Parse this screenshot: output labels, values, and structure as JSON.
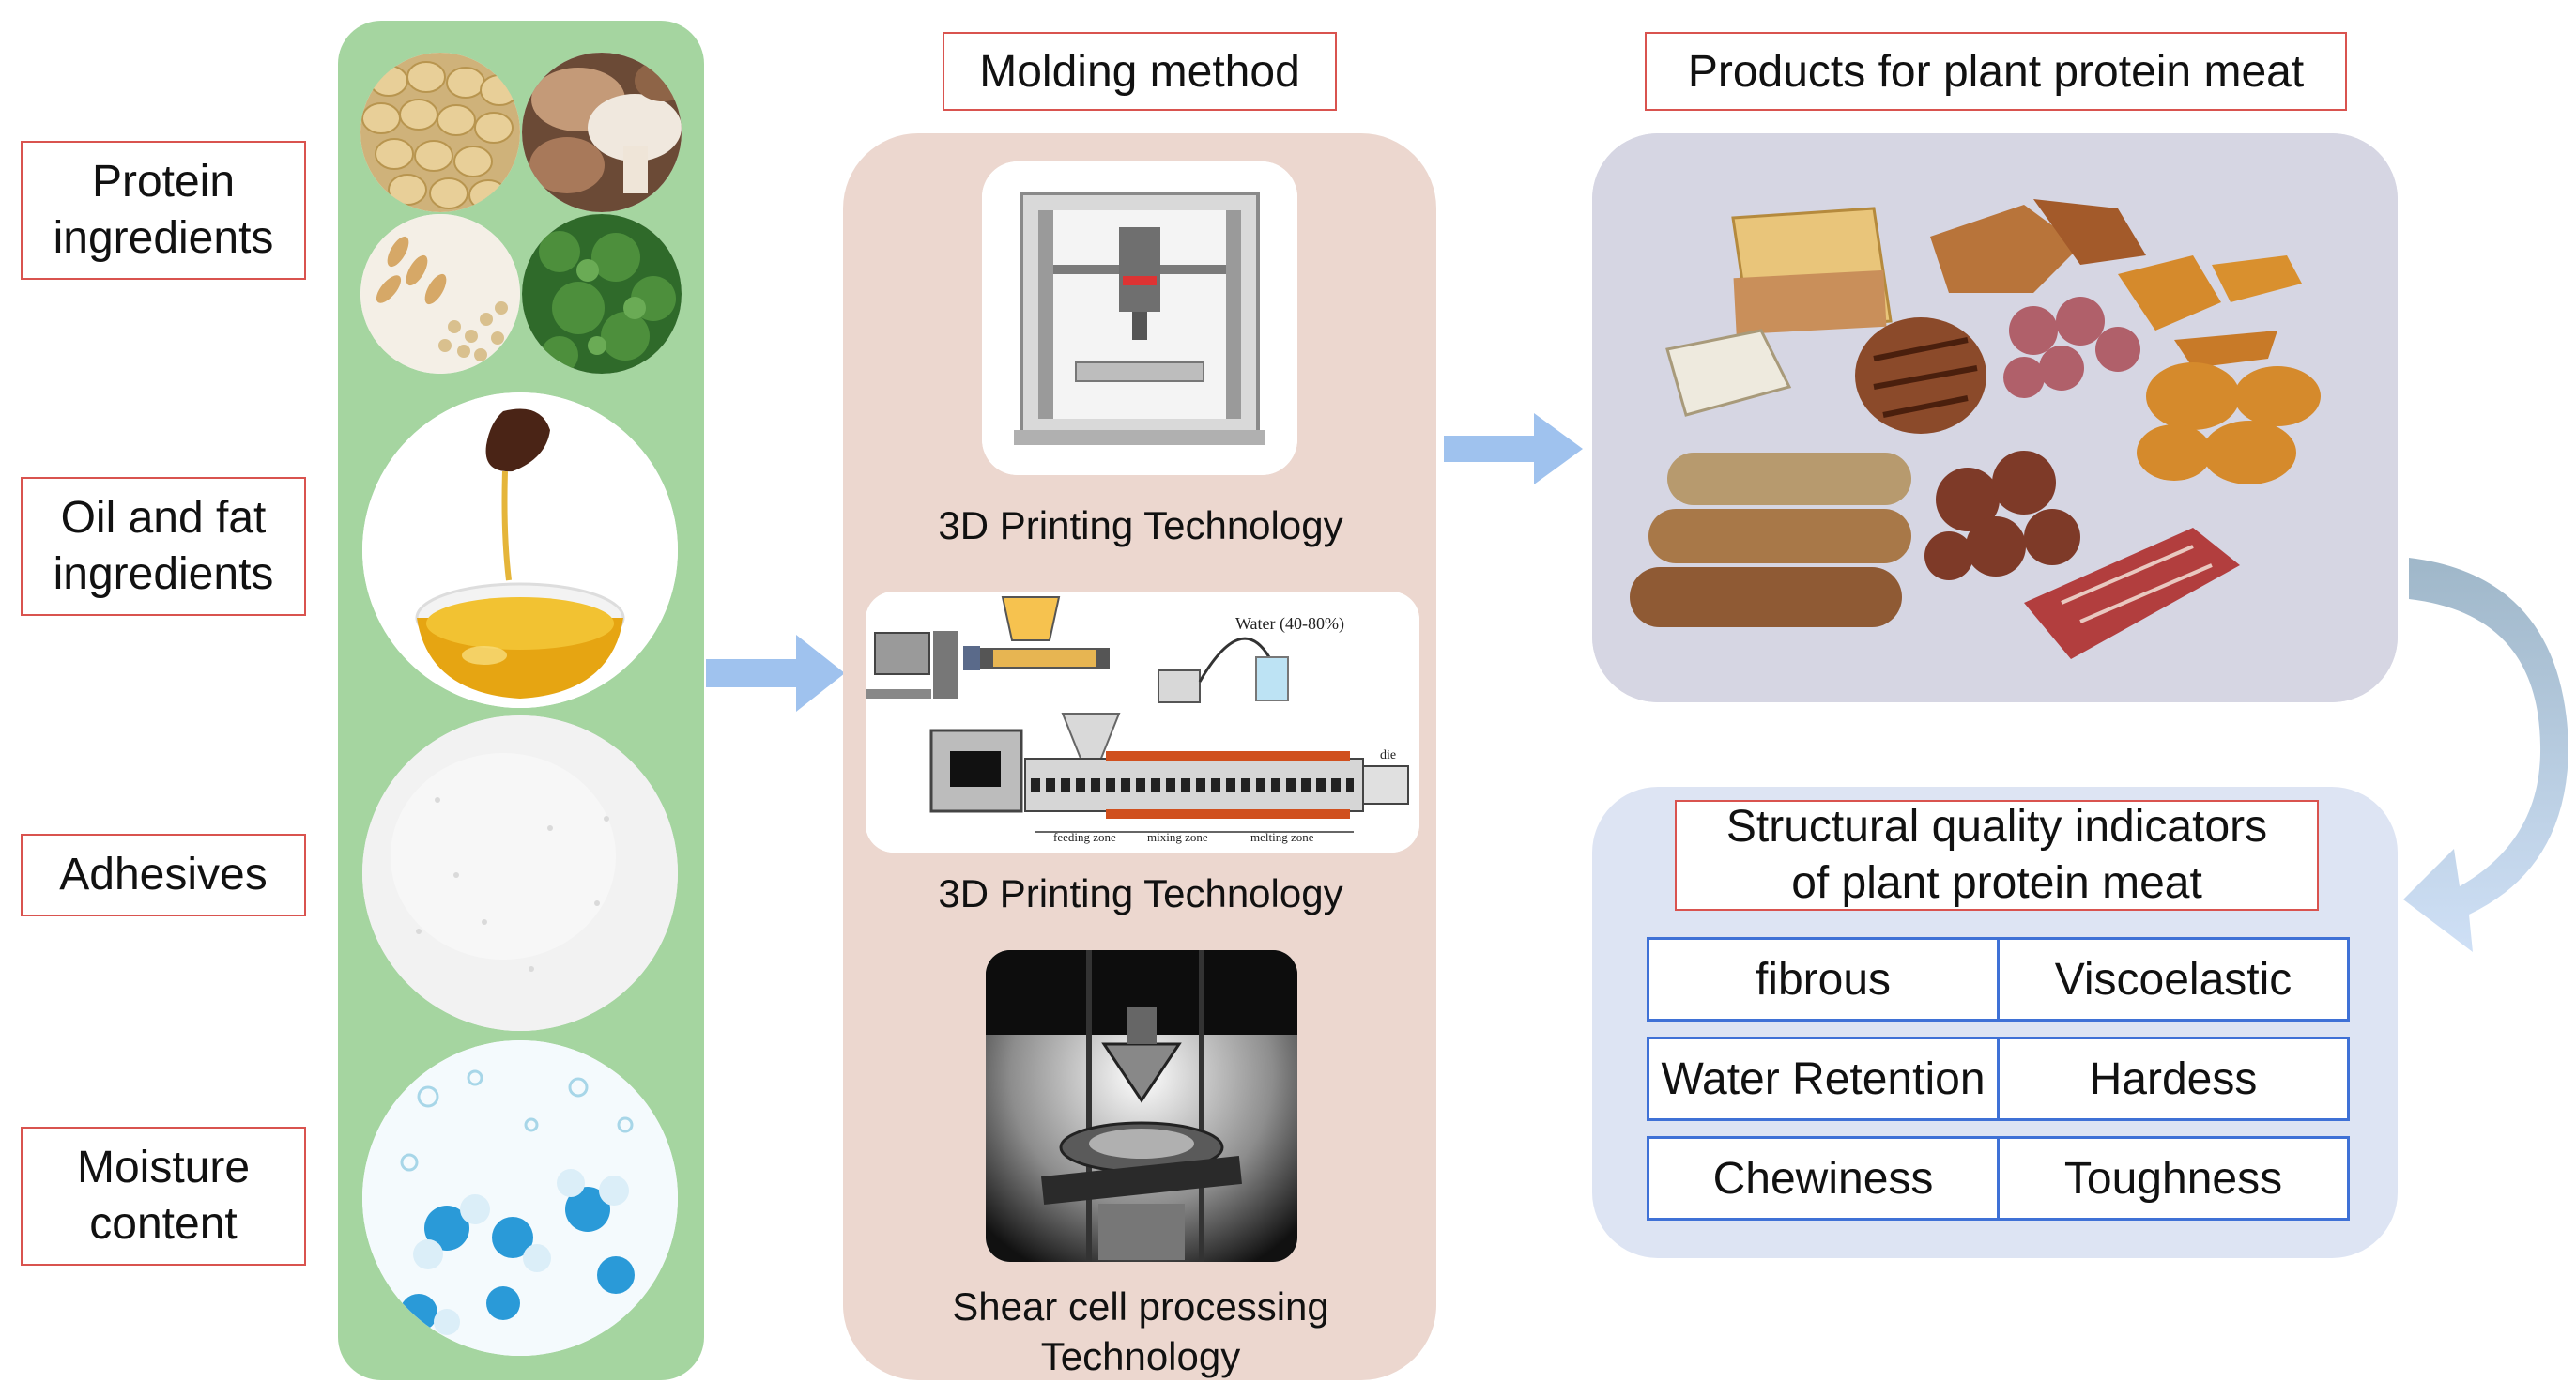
{
  "ingredients": {
    "protein": "Protein\ningredients",
    "oil": "Oil and fat\ningredients",
    "adhesives": "Adhesives",
    "moisture": "Moisture\ncontent"
  },
  "molding": {
    "title": "Molding method",
    "methods": [
      "3D Printing Technology",
      "3D Printing Technology",
      "Shear cell processing\nTechnology"
    ],
    "extruder_water_label": "Water (40-80%)",
    "extruder_die_label": "die",
    "extruder_zones": [
      "feeding zone",
      "mixing zone",
      "melting zone"
    ]
  },
  "products": {
    "title": "Products for plant protein meat"
  },
  "quality": {
    "title": "Structural quality indicators\nof plant protein meat",
    "cells": [
      [
        "fibrous",
        "Viscoelastic"
      ],
      [
        "Water Retention",
        "Hardess"
      ],
      [
        "Chewiness",
        "Toughness"
      ]
    ]
  },
  "colors": {
    "green_panel": "#a5d5a0",
    "beige_panel": "#ecd7cf",
    "product_panel": "#d6d6e3",
    "quality_panel": "#dde4f3",
    "label_border": "#d9534f",
    "cell_border": "#3f71d6",
    "arrow": "#9fc2ee"
  }
}
